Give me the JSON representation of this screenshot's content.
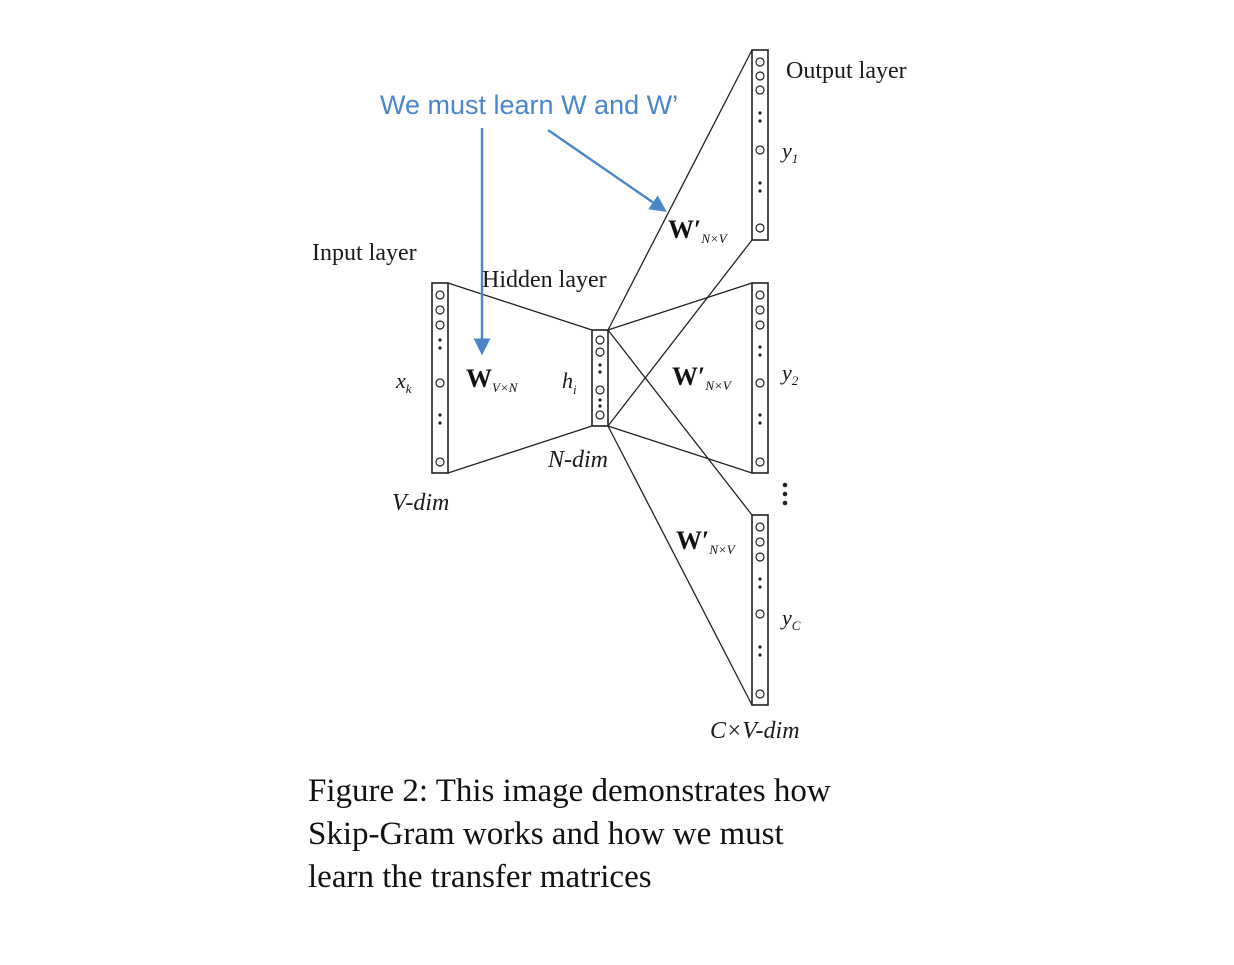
{
  "annotation": "We must learn W and W’",
  "labels": {
    "input_layer": "Input layer",
    "hidden_layer": "Hidden layer",
    "output_layer": "Output layer",
    "v_dim": "V-dim",
    "n_dim": "N-dim",
    "cxv_dim": "C×V-dim"
  },
  "symbols": {
    "x_k": "x",
    "x_k_sub": "k",
    "h_i": "h",
    "h_i_sub": "i",
    "y1": "y",
    "y1_sub": "1",
    "y2": "y",
    "y2_sub": "2",
    "yc": "y",
    "yc_sub": "C"
  },
  "weights": {
    "w_input": "W",
    "w_input_sub": "V×N",
    "w_output": "W′",
    "w_output_sub": "N×V"
  },
  "caption_lines": [
    "Figure 2: This image demonstrates how",
    "Skip-Gram works and how we must",
    "learn the transfer matrices"
  ],
  "colors": {
    "annotation": "#4a86c8",
    "lines": "#1a1a1a"
  }
}
